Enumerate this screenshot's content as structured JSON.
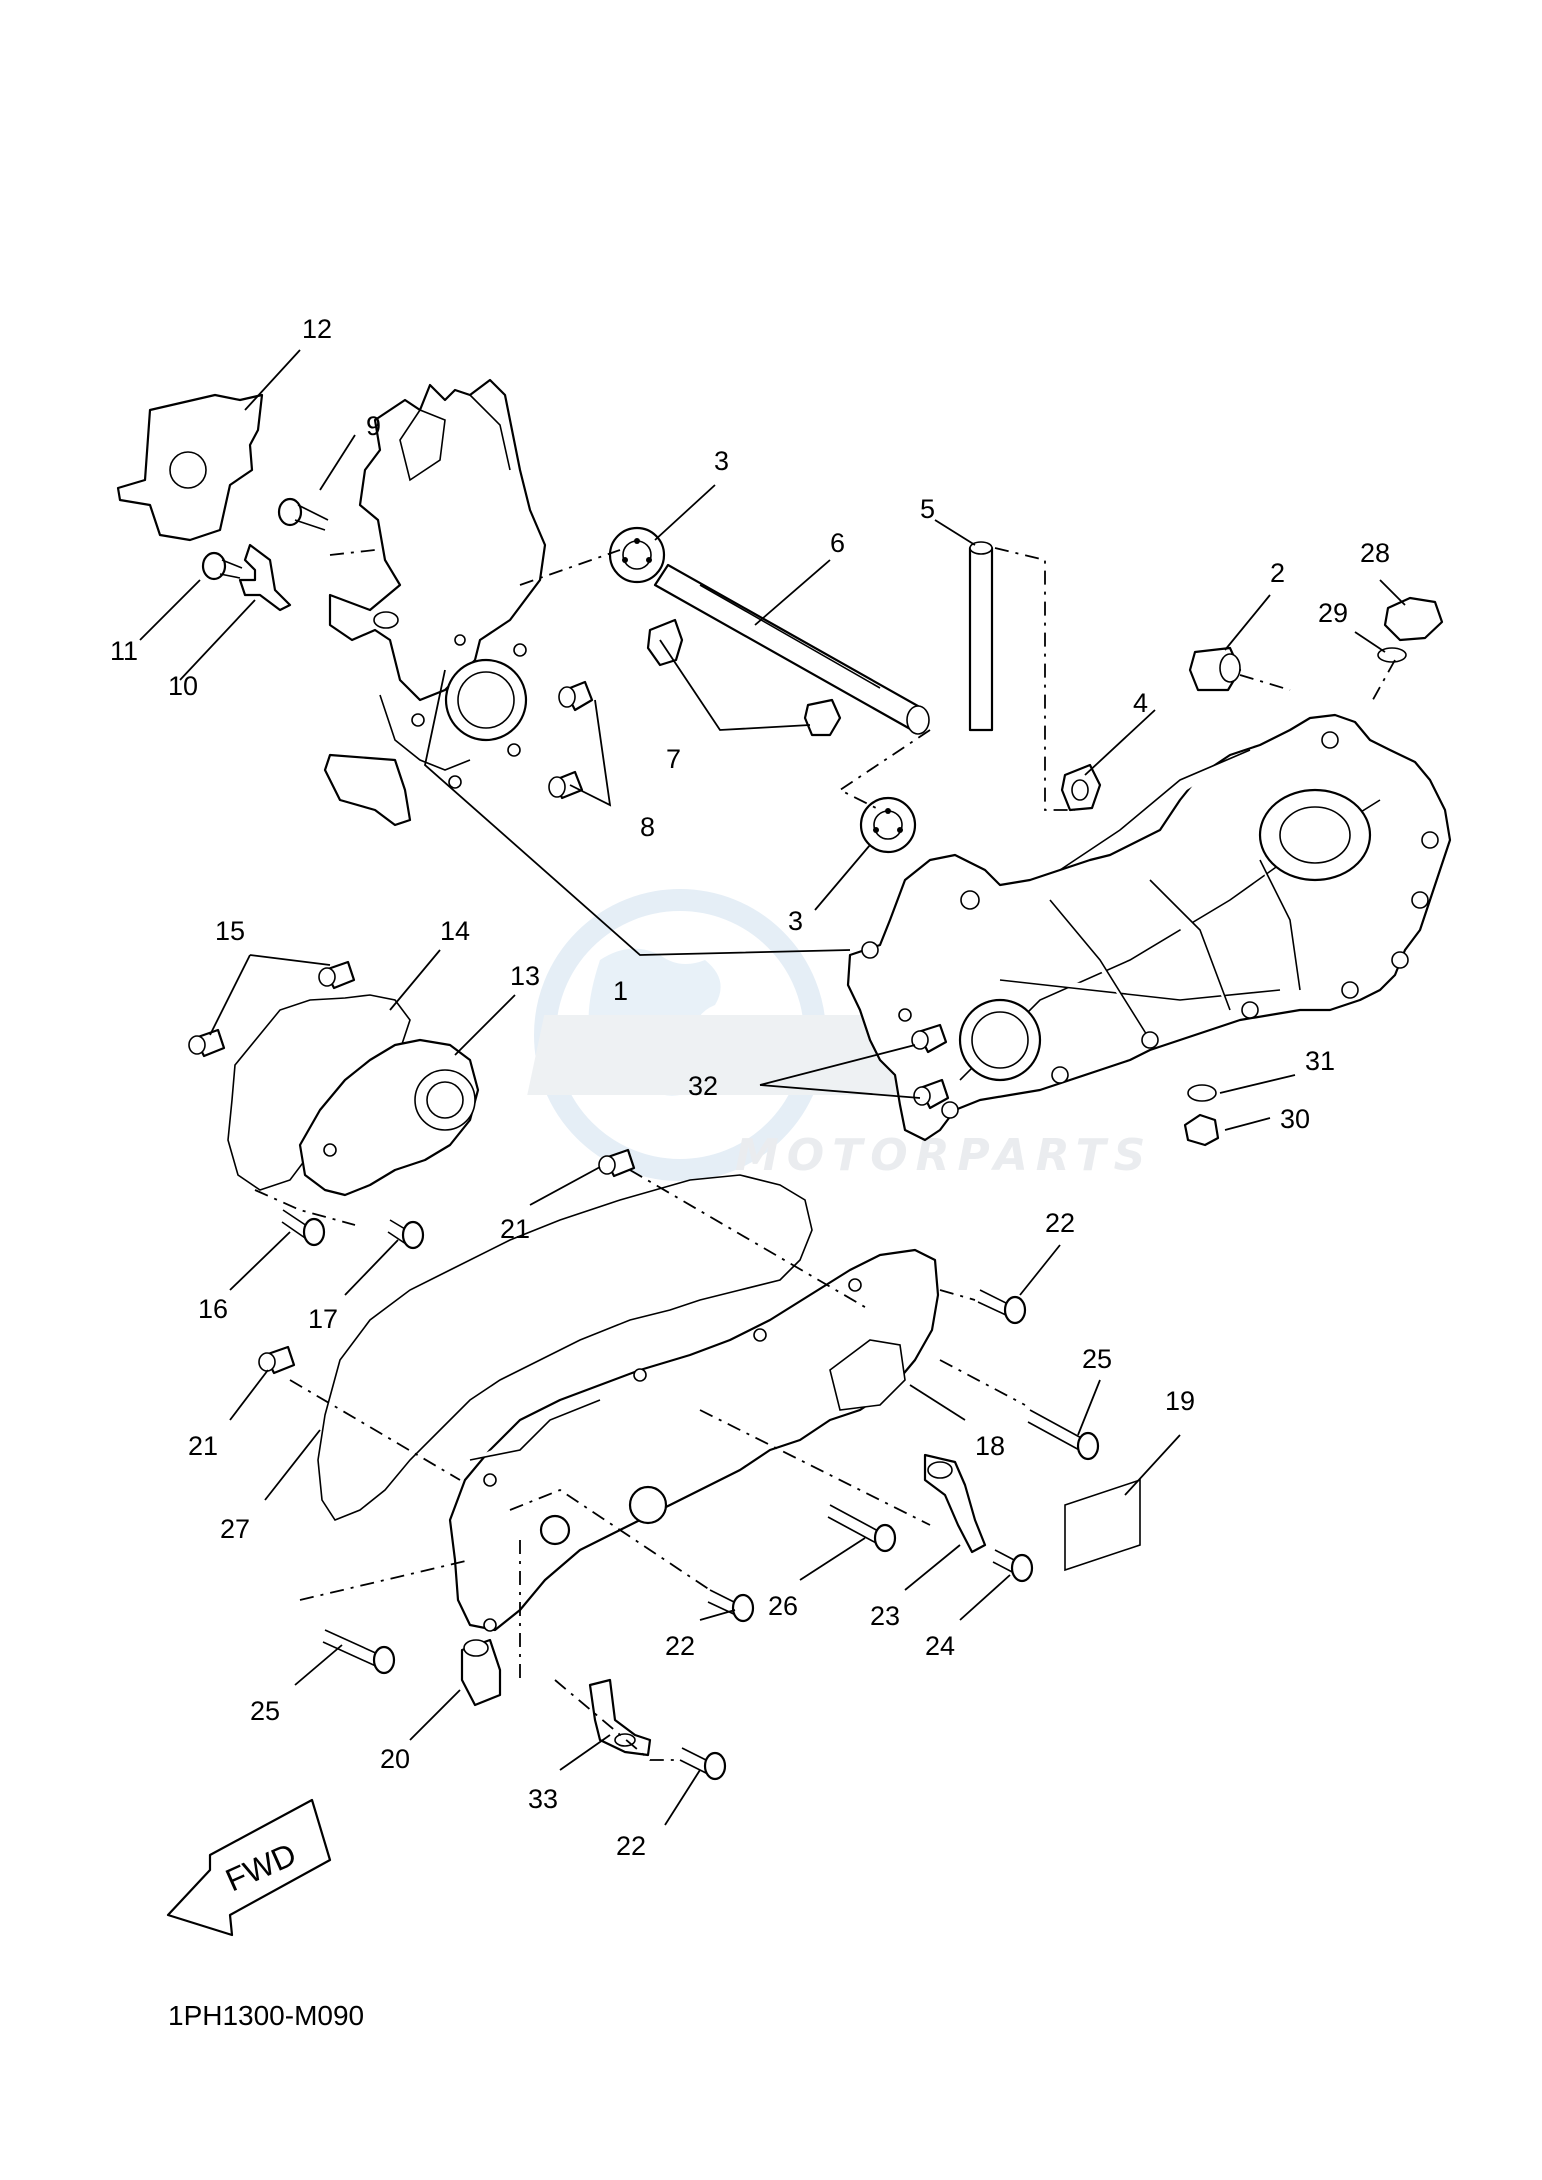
{
  "watermark": {
    "brand": "",
    "tagline": "MOTORPARTS",
    "color": "#d0d6dc"
  },
  "diagram_code": "1PH1300-M090",
  "fwd_label": "FWD",
  "callouts": [
    {
      "id": "c1",
      "label": "1"
    },
    {
      "id": "c2",
      "label": "2"
    },
    {
      "id": "c3a",
      "label": "3"
    },
    {
      "id": "c3b",
      "label": "3"
    },
    {
      "id": "c4",
      "label": "4"
    },
    {
      "id": "c5",
      "label": "5"
    },
    {
      "id": "c6",
      "label": "6"
    },
    {
      "id": "c7",
      "label": "7"
    },
    {
      "id": "c8",
      "label": "8"
    },
    {
      "id": "c9",
      "label": "9"
    },
    {
      "id": "c10",
      "label": "10"
    },
    {
      "id": "c11",
      "label": "11"
    },
    {
      "id": "c12",
      "label": "12"
    },
    {
      "id": "c13",
      "label": "13"
    },
    {
      "id": "c14",
      "label": "14"
    },
    {
      "id": "c15",
      "label": "15"
    },
    {
      "id": "c16",
      "label": "16"
    },
    {
      "id": "c17",
      "label": "17"
    },
    {
      "id": "c18",
      "label": "18"
    },
    {
      "id": "c19",
      "label": "19"
    },
    {
      "id": "c20",
      "label": "20"
    },
    {
      "id": "c21a",
      "label": "21"
    },
    {
      "id": "c21b",
      "label": "21"
    },
    {
      "id": "c22a",
      "label": "22"
    },
    {
      "id": "c22b",
      "label": "22"
    },
    {
      "id": "c22c",
      "label": "22"
    },
    {
      "id": "c23",
      "label": "23"
    },
    {
      "id": "c24",
      "label": "24"
    },
    {
      "id": "c25a",
      "label": "25"
    },
    {
      "id": "c25b",
      "label": "25"
    },
    {
      "id": "c26",
      "label": "26"
    },
    {
      "id": "c27",
      "label": "27"
    },
    {
      "id": "c28",
      "label": "28"
    },
    {
      "id": "c29",
      "label": "29"
    },
    {
      "id": "c30",
      "label": "30"
    },
    {
      "id": "c31",
      "label": "31"
    },
    {
      "id": "c32",
      "label": "32"
    },
    {
      "id": "c33",
      "label": "33"
    }
  ]
}
